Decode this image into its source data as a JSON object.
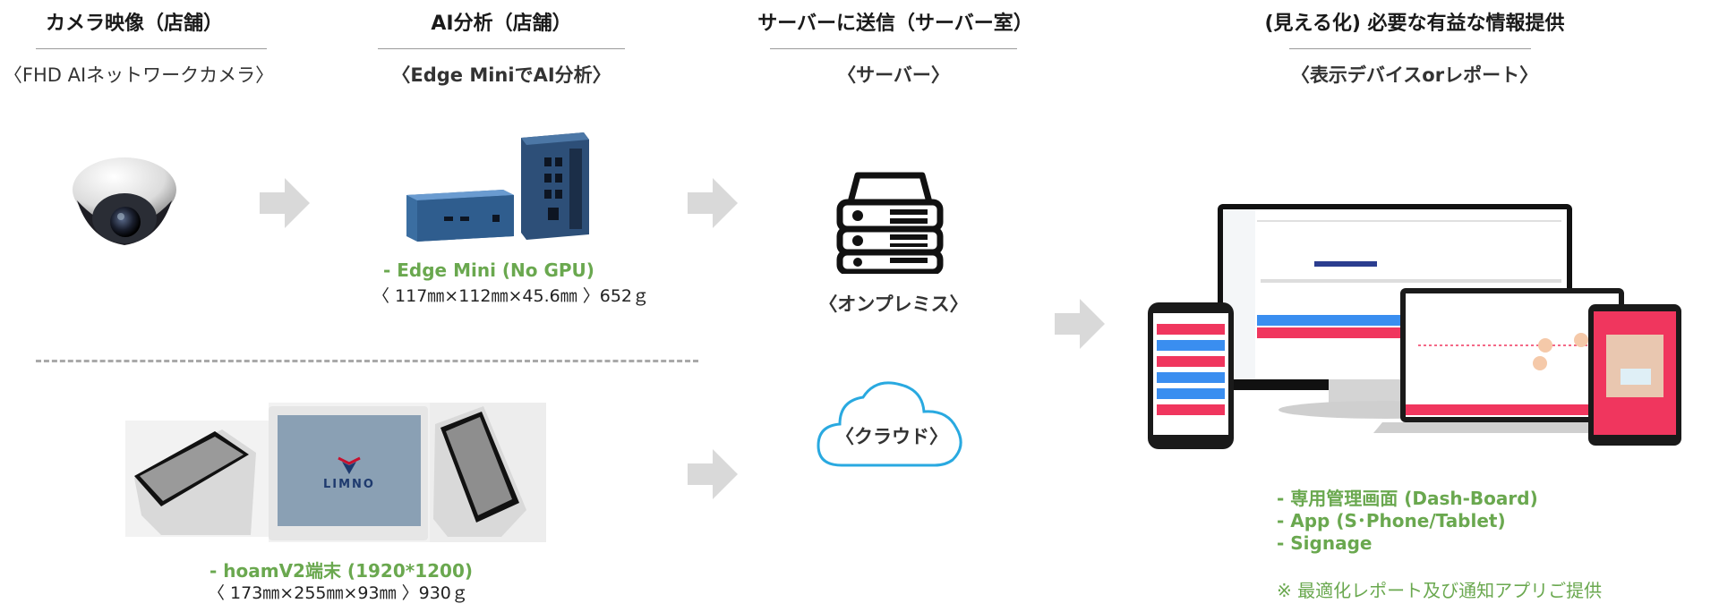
{
  "columns": [
    {
      "title": "カメラ映像（店舗）",
      "subtitle": "〈FHD AIネットワークカメラ〉"
    },
    {
      "title": "AI分析（店舗）",
      "subtitle": "〈Edge MiniでAI分析〉"
    },
    {
      "title": "サーバーに送信（サーバー室）",
      "subtitle": "〈サーバー〉"
    },
    {
      "title": "(見える化) 必要な有益な情報提供",
      "subtitle": "〈表示デバイスorレポート〉"
    }
  ],
  "edge_mini": {
    "name": "- Edge Mini (No GPU)",
    "spec": "〈 117㎜×112㎜×45.6㎜ 〉652ｇ"
  },
  "hoam": {
    "name": "- hoamV2端末 (1920*1200)",
    "spec": "〈 173㎜×255㎜×93㎜ 〉930ｇ",
    "screen_logo": "LIMNO"
  },
  "server": {
    "onprem_label": "〈オンプレミス〉",
    "cloud_label": "〈クラウド〉"
  },
  "features": [
    "- 専用管理画面 (Dash-Board)",
    "- App (S･Phone/Tablet)",
    "- Signage"
  ],
  "note": "※ 最適化レポート及び通知アプリご提供",
  "colors": {
    "accent_green": "#6aa84f",
    "arrow_gray": "#d9d9d9",
    "cloud_blue": "#29a9e0",
    "pink": "#f0365e",
    "blue": "#3a8ef0"
  }
}
